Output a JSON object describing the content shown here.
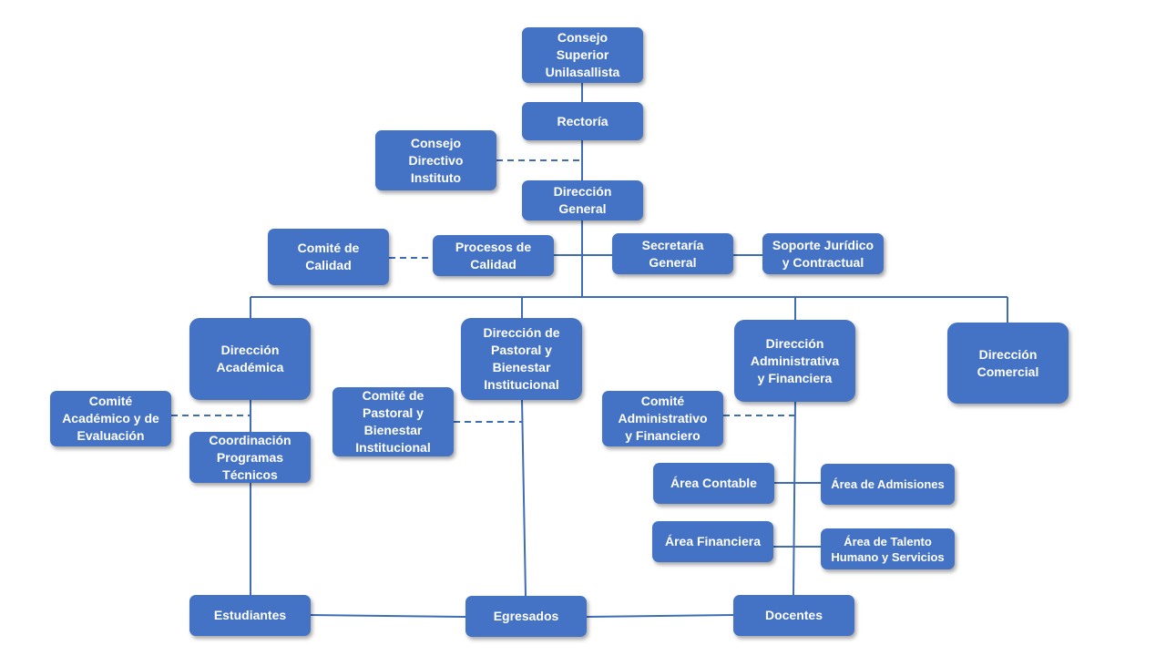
{
  "colors": {
    "box": "#4472C4",
    "line": "#3F6DB5",
    "text": "#FFFFFF"
  },
  "nodes": {
    "consejo_superior": "Consejo\nSuperior\nUnilasallista",
    "rectoria": "Rectoría",
    "consejo_directivo": "Consejo\nDirectivo\nInstituto",
    "direccion_general": "Dirección\nGeneral",
    "comite_calidad": "Comité de\nCalidad",
    "procesos_calidad": "Procesos de\nCalidad",
    "secretaria_general": "Secretaría\nGeneral",
    "soporte_juridico": "Soporte Jurídico\ny Contractual",
    "direccion_academica": "Dirección\nAcadémica",
    "direccion_pastoral": "Dirección de\nPastoral y\nBienestar\nInstitucional",
    "direccion_administrativa": "Dirección\nAdministrativa\ny Financiera",
    "direccion_comercial": "Dirección\nComercial",
    "comite_academico": "Comité\nAcadémico y de\nEvaluación",
    "coordinacion_programas": "Coordinación\nProgramas\nTécnicos",
    "comite_pastoral": "Comité de\nPastoral y\nBienestar\nInstitucional",
    "comite_administrativo": "Comité\nAdministrativo\ny Financiero",
    "area_contable": "Área Contable",
    "area_admisiones": "Área de Admisiones",
    "area_financiera": "Área Financiera",
    "area_talento": "Área de Talento\nHumano y Servicios",
    "estudiantes": "Estudiantes",
    "egresados": "Egresados",
    "docentes": "Docentes"
  }
}
